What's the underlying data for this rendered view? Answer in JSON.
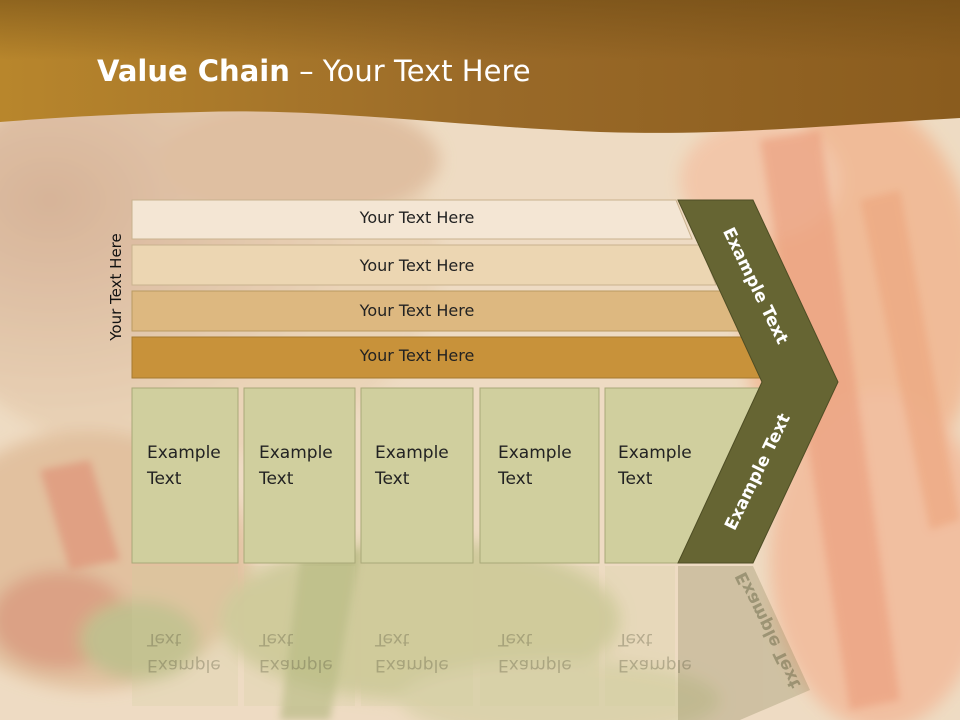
{
  "title": {
    "bold": "Value Chain",
    "rest": " – Your Text Here"
  },
  "side_label": "Your Text Here",
  "rows": [
    {
      "label": "Your Text Here",
      "color": "#f4e6d4"
    },
    {
      "label": "Your Text Here",
      "color": "#ecd6b2"
    },
    {
      "label": "Your Text Here",
      "color": "#ddb880"
    },
    {
      "label": "Your Text Here",
      "color": "#c8923a"
    }
  ],
  "columns": [
    {
      "line1": "Example",
      "line2": "Text"
    },
    {
      "line1": "Example",
      "line2": "Text"
    },
    {
      "line1": "Example",
      "line2": "Text"
    },
    {
      "line1": "Example",
      "line2": "Text"
    },
    {
      "line1": "Example",
      "line2": "Text"
    }
  ],
  "chevron": {
    "top_label": "Example Text",
    "bottom_label": "Example Text",
    "color": "#666533"
  },
  "colors": {
    "header": "#a06e24",
    "column_fill": "#d0cf9e"
  }
}
